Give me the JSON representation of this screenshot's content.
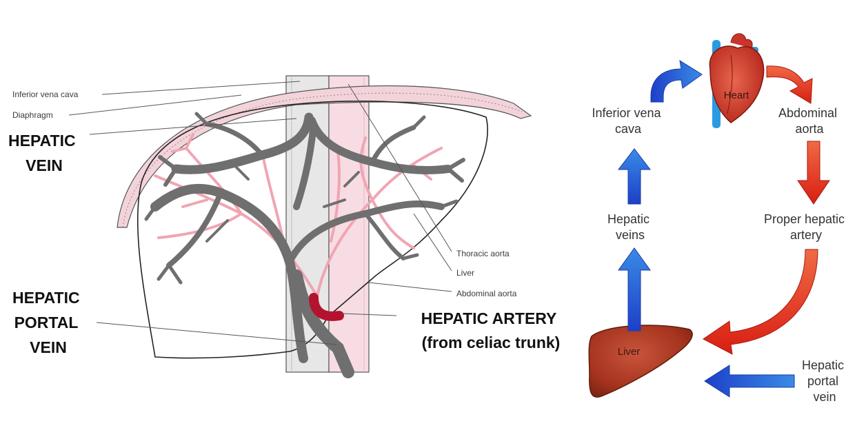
{
  "left_figure": {
    "small_labels": {
      "inferior_vena_cava": "Inferior vena cava",
      "diaphragm": "Diaphragm",
      "thoracic_aorta": "Thoracic aorta",
      "liver": "Liver",
      "abdominal_aorta": "Abdominal aorta"
    },
    "big_labels": {
      "hepatic_vein": [
        "HEPATIC",
        "VEIN"
      ],
      "hepatic_portal_vein": [
        "HEPATIC",
        "PORTAL",
        "VEIN"
      ],
      "hepatic_artery": [
        "HEPATIC ARTERY",
        "(from celiac trunk)"
      ]
    }
  },
  "right_figure": {
    "heart_label": "Heart",
    "liver_label": "Liver",
    "nodes": {
      "inferior_vena_cava": [
        "Inferior vena",
        "cava"
      ],
      "abdominal_aorta": [
        "Abdominal",
        "aorta"
      ],
      "hepatic_veins": [
        "Hepatic",
        "veins"
      ],
      "proper_hepatic_artery": [
        "Proper hepatic",
        "artery"
      ],
      "hepatic_portal_vein": [
        "Hepatic",
        "portal",
        "vein"
      ]
    }
  },
  "colors": {
    "vein_gray": "#6f6f6f",
    "artery_pink": "#f0a5b2",
    "aorta_fill": "#f7dde3",
    "ivc_fill": "#e7e7e7",
    "hepatic_artery_red": "#b3132e",
    "arrow_blue": "#1f4fd0",
    "arrow_red": "#e02a1c",
    "liver_brown": "#a8361f"
  }
}
